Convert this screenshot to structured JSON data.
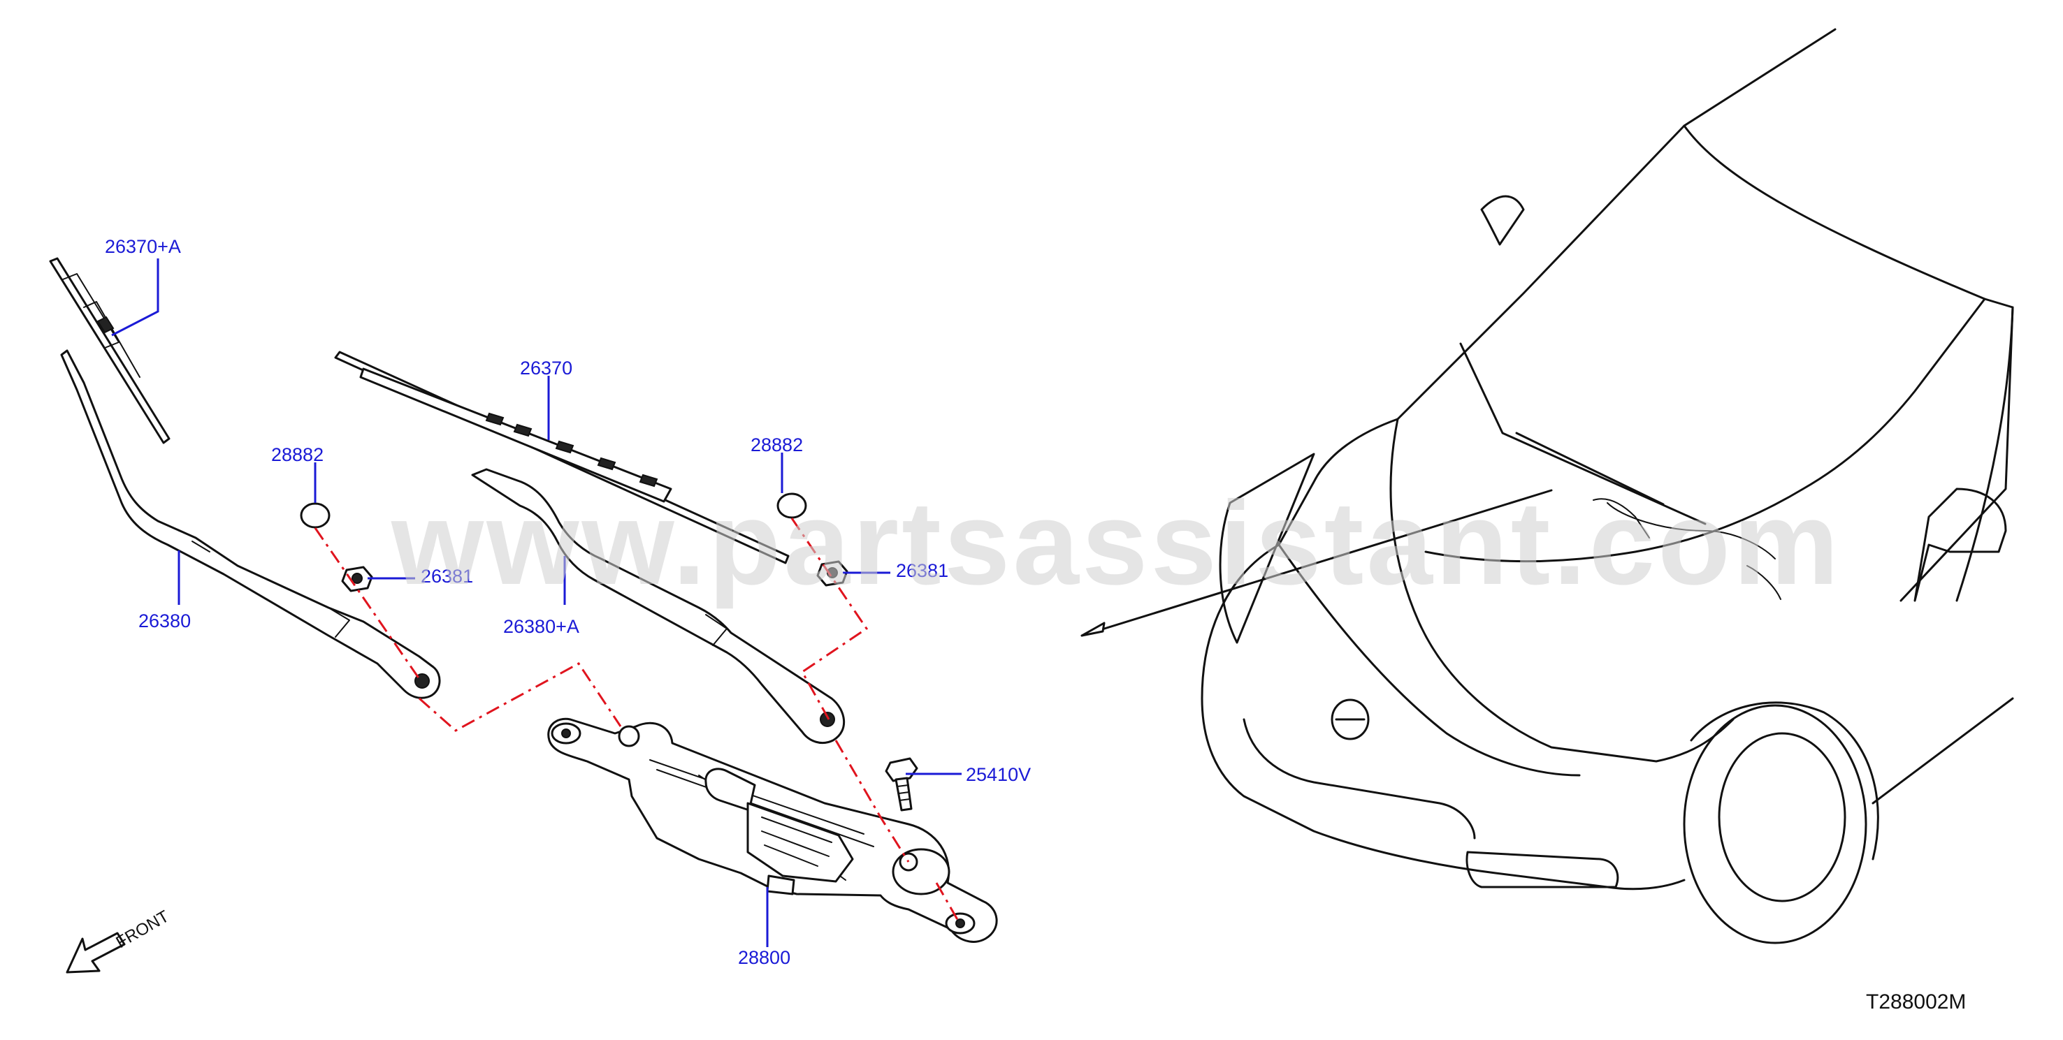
{
  "watermark": "www.partsassistant.com",
  "drawing_code": "T288002M",
  "front_indicator": "FRONT",
  "callouts": [
    {
      "id": "c1",
      "text": "26370+A"
    },
    {
      "id": "c2",
      "text": "26370"
    },
    {
      "id": "c3",
      "text": "28882"
    },
    {
      "id": "c4",
      "text": "28882"
    },
    {
      "id": "c5",
      "text": "26381"
    },
    {
      "id": "c6",
      "text": "26381"
    },
    {
      "id": "c7",
      "text": "26380"
    },
    {
      "id": "c8",
      "text": "26380+A"
    },
    {
      "id": "c9",
      "text": "25410V"
    },
    {
      "id": "c10",
      "text": "28800"
    }
  ],
  "colors": {
    "callout": "#1a1ad6",
    "hidden_line": "#e0141e",
    "line": "#111111",
    "watermark": "#cfcfcf"
  }
}
